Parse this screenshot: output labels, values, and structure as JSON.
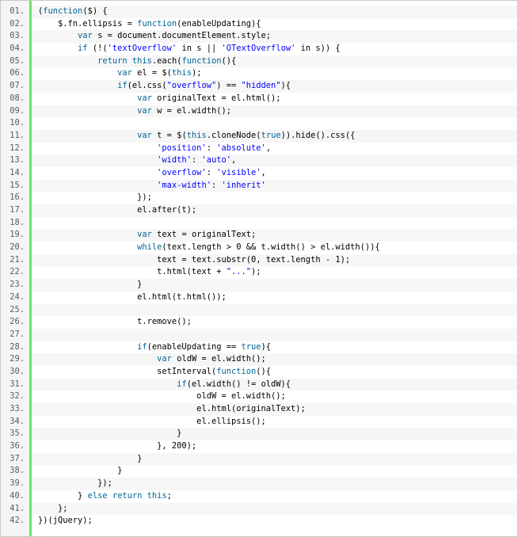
{
  "colors": {
    "keyword": "#006699",
    "string": "#0000ff",
    "plain": "#000000",
    "gutter_accent": "#6ce26c"
  },
  "lines": [
    {
      "n": "01.",
      "tokens": [
        {
          "t": "(",
          "k": "plain"
        },
        {
          "t": "function",
          "k": "kw"
        },
        {
          "t": "($) {",
          "k": "plain"
        }
      ]
    },
    {
      "n": "02.",
      "tokens": [
        {
          "t": "    $.fn.ellipsis = ",
          "k": "plain"
        },
        {
          "t": "function",
          "k": "kw"
        },
        {
          "t": "(enableUpdating){",
          "k": "plain"
        }
      ]
    },
    {
      "n": "03.",
      "tokens": [
        {
          "t": "        ",
          "k": "plain"
        },
        {
          "t": "var",
          "k": "kw"
        },
        {
          "t": " s = document.documentElement.style;",
          "k": "plain"
        }
      ]
    },
    {
      "n": "04.",
      "tokens": [
        {
          "t": "        ",
          "k": "plain"
        },
        {
          "t": "if",
          "k": "kw"
        },
        {
          "t": " (!(",
          "k": "plain"
        },
        {
          "t": "'textOverflow'",
          "k": "str"
        },
        {
          "t": " in s || ",
          "k": "plain"
        },
        {
          "t": "'OTextOverflow'",
          "k": "str"
        },
        {
          "t": " in s)) {",
          "k": "plain"
        }
      ]
    },
    {
      "n": "05.",
      "tokens": [
        {
          "t": "            ",
          "k": "plain"
        },
        {
          "t": "return",
          "k": "kw"
        },
        {
          "t": " ",
          "k": "plain"
        },
        {
          "t": "this",
          "k": "kw"
        },
        {
          "t": ".each(",
          "k": "plain"
        },
        {
          "t": "function",
          "k": "kw"
        },
        {
          "t": "(){",
          "k": "plain"
        }
      ]
    },
    {
      "n": "06.",
      "tokens": [
        {
          "t": "                ",
          "k": "plain"
        },
        {
          "t": "var",
          "k": "kw"
        },
        {
          "t": " el = $(",
          "k": "plain"
        },
        {
          "t": "this",
          "k": "kw"
        },
        {
          "t": ");",
          "k": "plain"
        }
      ]
    },
    {
      "n": "07.",
      "tokens": [
        {
          "t": "                ",
          "k": "plain"
        },
        {
          "t": "if",
          "k": "kw"
        },
        {
          "t": "(el.css(",
          "k": "plain"
        },
        {
          "t": "\"overflow\"",
          "k": "str"
        },
        {
          "t": ") == ",
          "k": "plain"
        },
        {
          "t": "\"hidden\"",
          "k": "str"
        },
        {
          "t": "){",
          "k": "plain"
        }
      ]
    },
    {
      "n": "08.",
      "tokens": [
        {
          "t": "                    ",
          "k": "plain"
        },
        {
          "t": "var",
          "k": "kw"
        },
        {
          "t": " originalText = el.html();",
          "k": "plain"
        }
      ]
    },
    {
      "n": "09.",
      "tokens": [
        {
          "t": "                    ",
          "k": "plain"
        },
        {
          "t": "var",
          "k": "kw"
        },
        {
          "t": " w = el.width();",
          "k": "plain"
        }
      ]
    },
    {
      "n": "10.",
      "tokens": [
        {
          "t": " ",
          "k": "plain"
        }
      ]
    },
    {
      "n": "11.",
      "tokens": [
        {
          "t": "                    ",
          "k": "plain"
        },
        {
          "t": "var",
          "k": "kw"
        },
        {
          "t": " t = $(",
          "k": "plain"
        },
        {
          "t": "this",
          "k": "kw"
        },
        {
          "t": ".cloneNode(",
          "k": "plain"
        },
        {
          "t": "true",
          "k": "kw"
        },
        {
          "t": ")).hide().css({",
          "k": "plain"
        }
      ]
    },
    {
      "n": "12.",
      "tokens": [
        {
          "t": "                        ",
          "k": "plain"
        },
        {
          "t": "'position'",
          "k": "str"
        },
        {
          "t": ": ",
          "k": "plain"
        },
        {
          "t": "'absolute'",
          "k": "str"
        },
        {
          "t": ",",
          "k": "plain"
        }
      ]
    },
    {
      "n": "13.",
      "tokens": [
        {
          "t": "                        ",
          "k": "plain"
        },
        {
          "t": "'width'",
          "k": "str"
        },
        {
          "t": ": ",
          "k": "plain"
        },
        {
          "t": "'auto'",
          "k": "str"
        },
        {
          "t": ",",
          "k": "plain"
        }
      ]
    },
    {
      "n": "14.",
      "tokens": [
        {
          "t": "                        ",
          "k": "plain"
        },
        {
          "t": "'overflow'",
          "k": "str"
        },
        {
          "t": ": ",
          "k": "plain"
        },
        {
          "t": "'visible'",
          "k": "str"
        },
        {
          "t": ",",
          "k": "plain"
        }
      ]
    },
    {
      "n": "15.",
      "tokens": [
        {
          "t": "                        ",
          "k": "plain"
        },
        {
          "t": "'max-width'",
          "k": "str"
        },
        {
          "t": ": ",
          "k": "plain"
        },
        {
          "t": "'inherit'",
          "k": "str"
        }
      ]
    },
    {
      "n": "16.",
      "tokens": [
        {
          "t": "                    });",
          "k": "plain"
        }
      ]
    },
    {
      "n": "17.",
      "tokens": [
        {
          "t": "                    el.after(t);",
          "k": "plain"
        }
      ]
    },
    {
      "n": "18.",
      "tokens": [
        {
          "t": " ",
          "k": "plain"
        }
      ]
    },
    {
      "n": "19.",
      "tokens": [
        {
          "t": "                    ",
          "k": "plain"
        },
        {
          "t": "var",
          "k": "kw"
        },
        {
          "t": " text = originalText;",
          "k": "plain"
        }
      ]
    },
    {
      "n": "20.",
      "tokens": [
        {
          "t": "                    ",
          "k": "plain"
        },
        {
          "t": "while",
          "k": "kw"
        },
        {
          "t": "(text.length > 0 && t.width() > el.width()){",
          "k": "plain"
        }
      ]
    },
    {
      "n": "21.",
      "tokens": [
        {
          "t": "                        text = text.substr(0, text.length - 1);",
          "k": "plain"
        }
      ]
    },
    {
      "n": "22.",
      "tokens": [
        {
          "t": "                        t.html(text + ",
          "k": "plain"
        },
        {
          "t": "\"...\"",
          "k": "str"
        },
        {
          "t": ");",
          "k": "plain"
        }
      ]
    },
    {
      "n": "23.",
      "tokens": [
        {
          "t": "                    }",
          "k": "plain"
        }
      ]
    },
    {
      "n": "24.",
      "tokens": [
        {
          "t": "                    el.html(t.html());",
          "k": "plain"
        }
      ]
    },
    {
      "n": "25.",
      "tokens": [
        {
          "t": " ",
          "k": "plain"
        }
      ]
    },
    {
      "n": "26.",
      "tokens": [
        {
          "t": "                    t.remove();",
          "k": "plain"
        }
      ]
    },
    {
      "n": "27.",
      "tokens": [
        {
          "t": " ",
          "k": "plain"
        }
      ]
    },
    {
      "n": "28.",
      "tokens": [
        {
          "t": "                    ",
          "k": "plain"
        },
        {
          "t": "if",
          "k": "kw"
        },
        {
          "t": "(enableUpdating == ",
          "k": "plain"
        },
        {
          "t": "true",
          "k": "kw"
        },
        {
          "t": "){",
          "k": "plain"
        }
      ]
    },
    {
      "n": "29.",
      "tokens": [
        {
          "t": "                        ",
          "k": "plain"
        },
        {
          "t": "var",
          "k": "kw"
        },
        {
          "t": " oldW = el.width();",
          "k": "plain"
        }
      ]
    },
    {
      "n": "30.",
      "tokens": [
        {
          "t": "                        setInterval(",
          "k": "plain"
        },
        {
          "t": "function",
          "k": "kw"
        },
        {
          "t": "(){",
          "k": "plain"
        }
      ]
    },
    {
      "n": "31.",
      "tokens": [
        {
          "t": "                            ",
          "k": "plain"
        },
        {
          "t": "if",
          "k": "kw"
        },
        {
          "t": "(el.width() != oldW){",
          "k": "plain"
        }
      ]
    },
    {
      "n": "32.",
      "tokens": [
        {
          "t": "                                oldW = el.width();",
          "k": "plain"
        }
      ]
    },
    {
      "n": "33.",
      "tokens": [
        {
          "t": "                                el.html(originalText);",
          "k": "plain"
        }
      ]
    },
    {
      "n": "34.",
      "tokens": [
        {
          "t": "                                el.ellipsis();",
          "k": "plain"
        }
      ]
    },
    {
      "n": "35.",
      "tokens": [
        {
          "t": "                            }",
          "k": "plain"
        }
      ]
    },
    {
      "n": "36.",
      "tokens": [
        {
          "t": "                        }, 200);",
          "k": "plain"
        }
      ]
    },
    {
      "n": "37.",
      "tokens": [
        {
          "t": "                    }",
          "k": "plain"
        }
      ]
    },
    {
      "n": "38.",
      "tokens": [
        {
          "t": "                }",
          "k": "plain"
        }
      ]
    },
    {
      "n": "39.",
      "tokens": [
        {
          "t": "            });",
          "k": "plain"
        }
      ]
    },
    {
      "n": "40.",
      "tokens": [
        {
          "t": "        } ",
          "k": "plain"
        },
        {
          "t": "else",
          "k": "kw"
        },
        {
          "t": " ",
          "k": "plain"
        },
        {
          "t": "return",
          "k": "kw"
        },
        {
          "t": " ",
          "k": "plain"
        },
        {
          "t": "this",
          "k": "kw"
        },
        {
          "t": ";",
          "k": "plain"
        }
      ]
    },
    {
      "n": "41.",
      "tokens": [
        {
          "t": "    };",
          "k": "plain"
        }
      ]
    },
    {
      "n": "42.",
      "tokens": [
        {
          "t": "})(jQuery);",
          "k": "plain"
        }
      ]
    }
  ]
}
